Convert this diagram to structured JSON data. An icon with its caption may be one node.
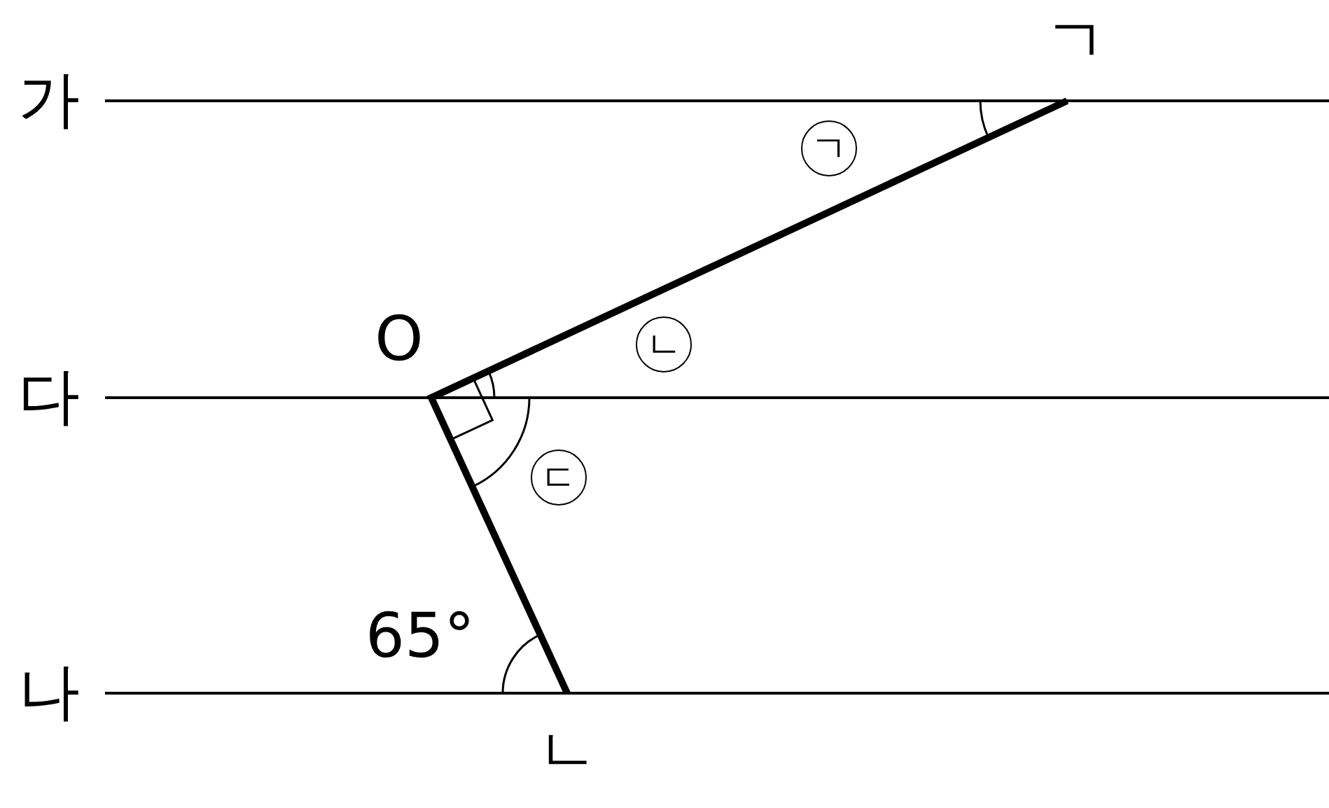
{
  "diagram": {
    "nodes": [
      {
        "text": [
          "ㄱ"
        ]
      },
      {
        "text": [
          "ㄴ"
        ]
      },
      {
        "text": [
          "ㄷ"
        ]
      }
    ],
    "labels": [
      "ㄱ",
      "가",
      "O",
      "다",
      "65°",
      "나",
      "ㄴ"
    ]
  }
}
